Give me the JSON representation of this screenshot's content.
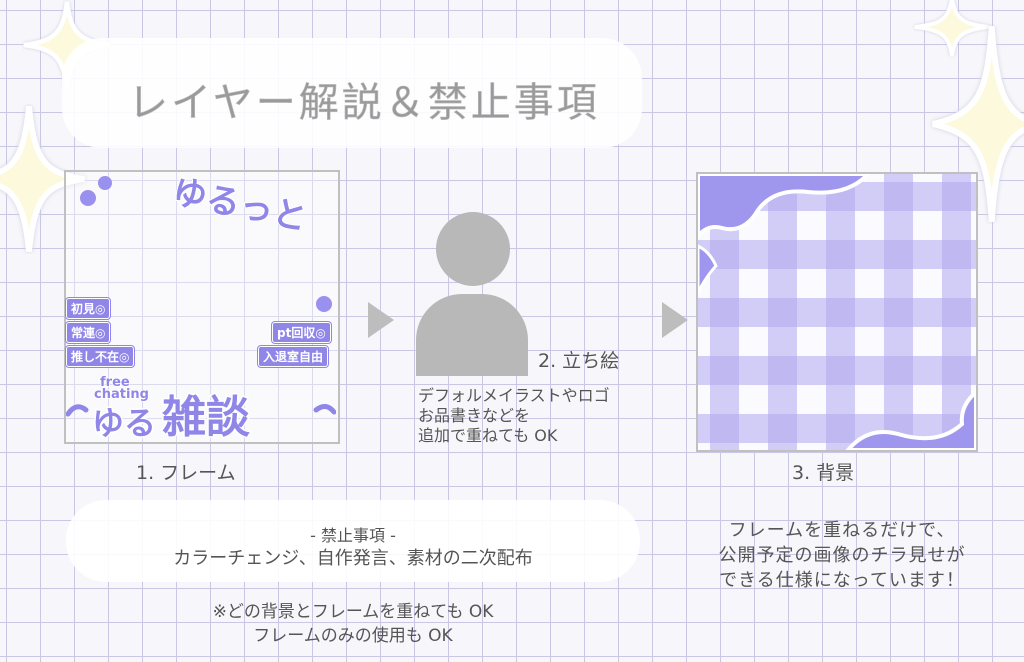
{
  "title": "レイヤー解説＆禁止事項",
  "frame": {
    "logo_top": "ゆるっと",
    "tags_left": [
      "初見◎",
      "常連◎",
      "推し不在◎"
    ],
    "tags_right": [
      "pt回収◎",
      "入退室自由"
    ],
    "logo_small_1": "free",
    "logo_small_2": "chating",
    "logo_main_1": "ゆる",
    "logo_main_2": "雑談"
  },
  "captions": {
    "frame": "1. フレーム",
    "standing": "2. 立ち絵",
    "background": "3. 背景"
  },
  "standing_desc": [
    "デフォルメイラストやロゴ",
    "お品書きなどを",
    "追加で重ねても OK"
  ],
  "right_note": [
    "フレームを重ねるだけで、",
    "公開予定の画像のチラ見せが",
    "できる仕様になっています！"
  ],
  "rules": {
    "heading": "- 禁止事項 -",
    "text": "カラーチェンジ、自作発言、素材の二次配布"
  },
  "notes": [
    "※どの背景とフレームを重ねても OK",
    "フレームのみの使用も OK"
  ],
  "colors": {
    "accent": "#8f86e8",
    "grid": "#c9c7e4",
    "sparkle": "#fdf9dc",
    "silhouette": "#b8b8b8"
  }
}
